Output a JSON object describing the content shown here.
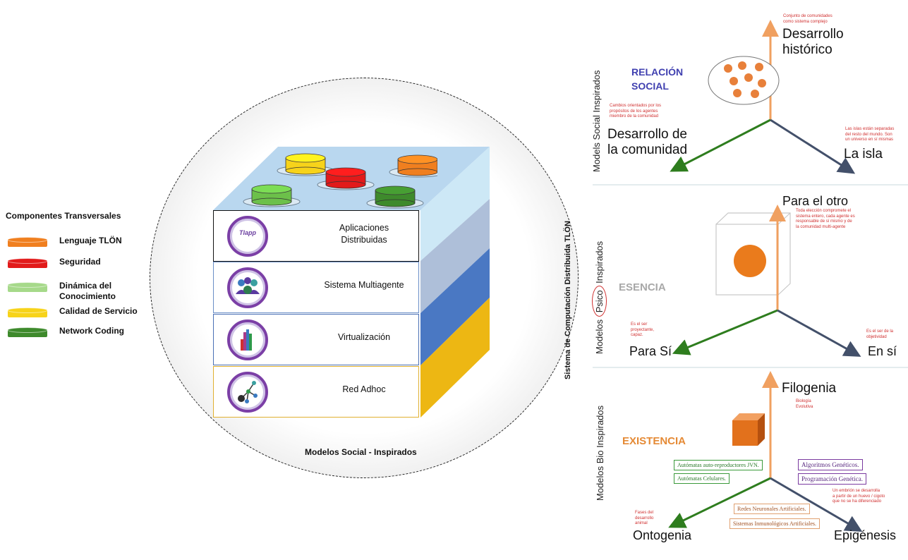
{
  "legend": {
    "title": "Componentes Transversales",
    "items": [
      {
        "label": "Lenguaje TLÖN",
        "color": "#f07f1f"
      },
      {
        "label": "Seguridad",
        "color": "#e21a1a"
      },
      {
        "label": "Dinámica del\nConocimiento",
        "color": "#a6d98a"
      },
      {
        "label": "Calidad de Servicio",
        "color": "#f7d31a"
      },
      {
        "label": "Network Coding",
        "color": "#3e8a2c"
      }
    ]
  },
  "stack": {
    "caption": "Modelos Social - Inspirados",
    "layers": [
      {
        "label": "Aplicaciones\nDistribuidas",
        "icon": "tlapp-icon",
        "icon_text": "Tlapp",
        "side_color": "#aebfd9"
      },
      {
        "label": "Sistema Multiagente",
        "icon": "multiagent-icon",
        "side_color": "#aebfd9"
      },
      {
        "label": "Virtualización",
        "icon": "virtualization-icon",
        "side_color": "#4a78c3"
      },
      {
        "label": "Red Adhoc",
        "icon": "network-icon",
        "side_color": "#edb713"
      }
    ],
    "top_color": "#b9d7ef",
    "buttons": [
      "#f7d31a",
      "#f07f1f",
      "#e21a1a",
      "#6cc04a",
      "#3e8a2c"
    ]
  },
  "vertical_title": "Sistema de Computación Distribuida TLÖN",
  "panels": [
    {
      "side_label": "Models Social Inspirados",
      "heading": "RELACIÓN\nSOCIAL",
      "axis_up": "Desarrollo\nhistórico",
      "axis_left": "Desarrollo de\nla comunidad",
      "axis_right": "La isla",
      "note_up": "Conjunto de comunidades\ncomo sistema complejo",
      "note_left": "Cambios orientados por los\npropósitos de los agentes\nmiembro de la comunidad",
      "note_right": "Las islas están separadas\ndel resto del mundo. Son\nun universo en sí mismas"
    },
    {
      "side_label_prefix": "Modelos",
      "side_label_circled": "Psico",
      "side_label_suffix": "Inspirados",
      "heading": "ESENCIA",
      "axis_up": "Para el otro",
      "axis_left": "Para Sí",
      "axis_right": "En sí",
      "note_up": "Toda elección compromete el\nsistema entero, cada agente es\nresponsable de sí mismo y de\nla comunidad multi-agente",
      "note_left": "Es el ser\nproyectante,\ncapaz.",
      "note_right": "Es el ser de la\nobjetividad"
    },
    {
      "side_label": "Modelos Bio Inspirados",
      "heading": "EXISTENCIA",
      "axis_up": "Filogenia",
      "axis_left": "Ontogenia",
      "axis_right": "Epigénesis",
      "note_up": "Biología\nEvolutiva",
      "note_left": "Fases del\ndesarrollo\nanimal",
      "note_right": "Un embrión se desarrolla\na partir de un huevo / cigoto\nque no se ha diferenciado",
      "tags_green": [
        "Autómatas auto-reproductores JVN.",
        "Autómatas Celulares."
      ],
      "tags_purple": [
        "Algoritmos Genéticos.",
        "Programación Genética."
      ],
      "tags_orange": [
        "Redes Neuronales Artificiales.",
        "Sistemas Inmunológicos Artificiales."
      ]
    }
  ]
}
